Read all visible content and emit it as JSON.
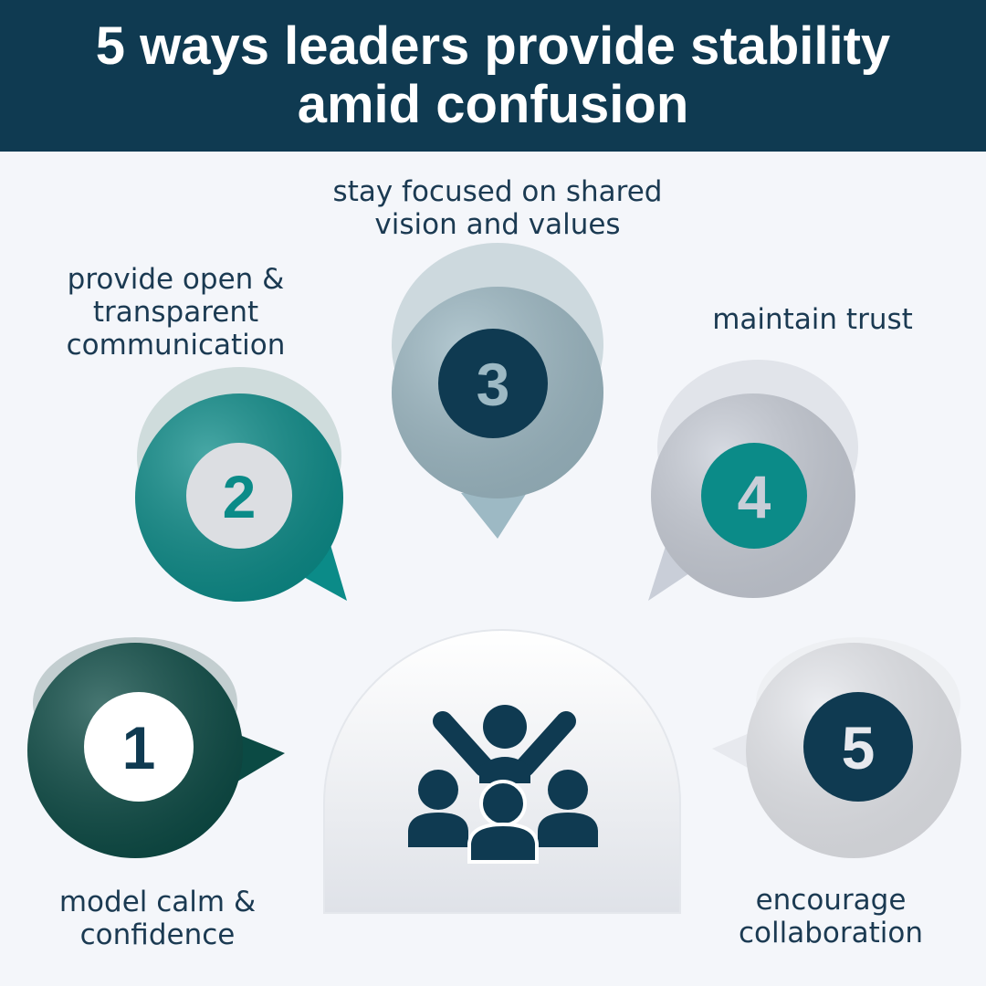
{
  "title": "5 ways leaders provide stability amid confusion",
  "items": [
    {
      "number": "1",
      "label_lines": [
        "model calm &",
        "confidence"
      ],
      "bubble_color": "#0b4a44",
      "badge_color": "#ffffff",
      "number_color": "#0f3a51"
    },
    {
      "number": "2",
      "label_lines": [
        "provide open &",
        "transparent",
        "communication"
      ],
      "bubble_color": "#0b8b88",
      "badge_color": "#dcdee2",
      "number_color": "#0b8b88"
    },
    {
      "number": "3",
      "label_lines": [
        "stay focused on shared",
        "vision and values"
      ],
      "bubble_color": "#9db9c4",
      "badge_color": "#0f3a51",
      "number_color": "#9db9c4"
    },
    {
      "number": "4",
      "label_lines": [
        "maintain trust"
      ],
      "bubble_color": "#c9ced8",
      "badge_color": "#0b8b88",
      "number_color": "#c9ced8"
    },
    {
      "number": "5",
      "label_lines": [
        "encourage",
        "collaboration"
      ],
      "bubble_color": "#e7e9ee",
      "badge_color": "#0f3a51",
      "number_color": "#e7e9ee"
    }
  ],
  "center_icon": "team-celebration-icon",
  "colors": {
    "navy": "#0f3a51",
    "teal": "#0b8b88",
    "dark_teal": "#0b4a44",
    "background": "#f4f6fa"
  }
}
